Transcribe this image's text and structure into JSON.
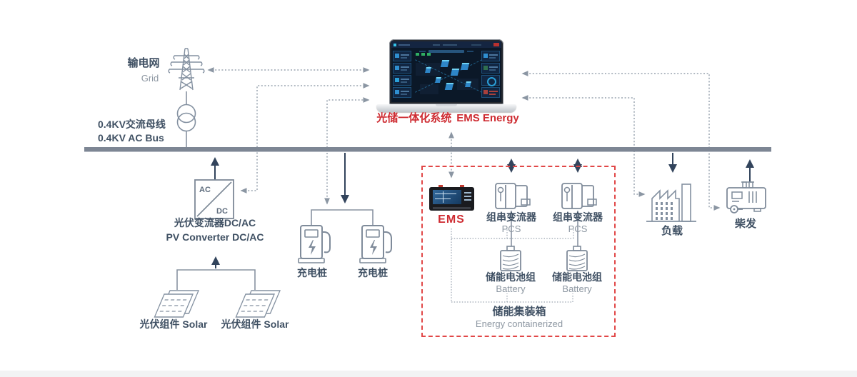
{
  "diagram": {
    "grid": {
      "zh": "输电网",
      "en": "Grid"
    },
    "bus": {
      "zh": "0.4KV交流母线",
      "en": "0.4KV AC Bus"
    },
    "ems_title": {
      "zh": "光储一体化系统",
      "en": "EMS Energy"
    },
    "pv_converter": {
      "zh": "光伏变流器DC/AC",
      "en": "PV Converter DC/AC",
      "ac": "AC",
      "dc": "DC"
    },
    "solar_modules": [
      {
        "label": "光伏组件 Solar"
      },
      {
        "label": "光伏组件 Solar"
      }
    ],
    "chargers": [
      {
        "label": "充电桩"
      },
      {
        "label": "充电桩"
      }
    ],
    "storage_container": {
      "ems": "EMS",
      "pcs_units": [
        {
          "zh": "组串变流器",
          "en": "PCS"
        },
        {
          "zh": "组串变流器",
          "en": "PCS"
        }
      ],
      "battery_packs": [
        {
          "zh": "储能电池组",
          "en": "Battery"
        },
        {
          "zh": "储能电池组",
          "en": "Battery"
        }
      ],
      "container": {
        "zh": "储能集装箱",
        "en": "Energy containerized"
      }
    },
    "load": {
      "zh": "负载"
    },
    "diesel": {
      "zh": "柴发"
    }
  },
  "colors": {
    "accent_red": "#ce2b31",
    "dashed_box_red": "#e14747",
    "bus_gray": "#7d8694",
    "line_gray": "#8893a1",
    "dotted_gray": "#98a3af",
    "arrow_navy": "#32445c",
    "text_dark": "#3f5063",
    "text_gray": "#8d97a2"
  },
  "icons": {
    "grid_tower": "transmission-tower",
    "transformer": "two-circle-transformer",
    "converter": "ac-dc-box",
    "solar": "pv-panel",
    "charger": "ev-charging-pile",
    "pcs": "string-inverter",
    "battery": "battery-pack",
    "load": "factory",
    "diesel": "genset",
    "laptop": "ems-dashboard-laptop",
    "ems_controller": "ems-control-unit"
  }
}
